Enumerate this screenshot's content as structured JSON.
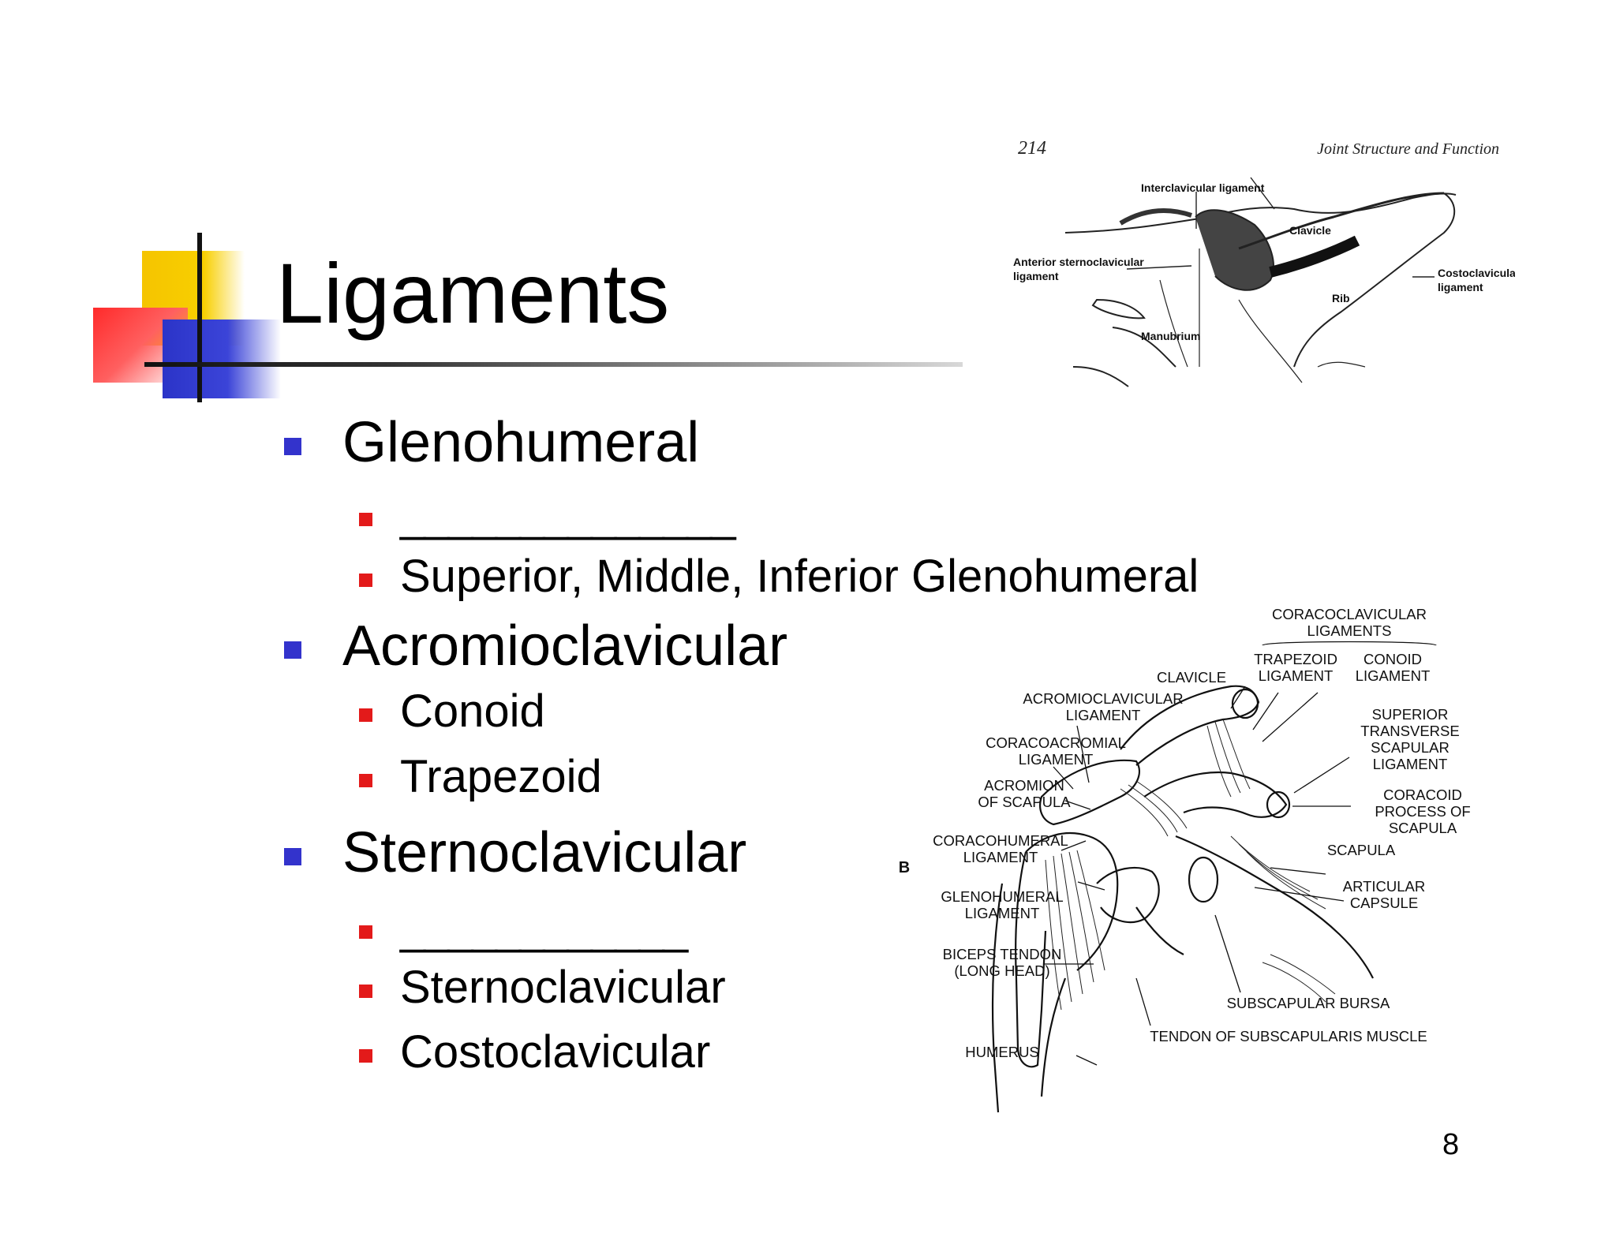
{
  "slide": {
    "title": "Ligaments",
    "page_number": "8",
    "bullets": [
      {
        "label": "Glenohumeral",
        "children": [
          "______________",
          "Superior, Middle, Inferior Glenohumeral"
        ]
      },
      {
        "label": "Acromioclavicular",
        "children": [
          "Conoid",
          "Trapezoid"
        ]
      },
      {
        "label": "Sternoclavicular",
        "children": [
          "____________",
          "Sternoclavicular",
          "Costoclavicular"
        ]
      }
    ],
    "colors": {
      "level1_bullet": "#3333cc",
      "level2_bullet": "#e31a1a",
      "accent_yellow": "#f5c400",
      "accent_red": "#ff2a2a",
      "accent_blue": "#2b34c8"
    }
  },
  "figure_top": {
    "page_number": "214",
    "book_title": "Joint Structure and Function",
    "labels": {
      "interclavicular": "Interclavicular ligament",
      "clavicle": "Clavicle",
      "anterior_sc_line1": "Anterior sternoclavicular",
      "anterior_sc_line2": "ligament",
      "costoclavicular_line1": "Costoclavicular",
      "costoclavicular_line2": "ligament",
      "rib": "Rib",
      "manubrium": "Manubrium"
    }
  },
  "figure_bottom": {
    "panel": "B",
    "labels": {
      "cc_lig_1": "CORACOCLAVICULAR",
      "cc_lig_2": "LIGAMENTS",
      "trapezoid_1": "TRAPEZOID",
      "trapezoid_2": "LIGAMENT",
      "conoid_1": "CONOID",
      "conoid_2": "LIGAMENT",
      "clavicle": "CLAVICLE",
      "ac_1": "ACROMIOCLAVICULAR",
      "ac_2": "LIGAMENT",
      "ca_1": "CORACOACROMIAL",
      "ca_2": "LIGAMENT",
      "acromion_1": "ACROMION",
      "acromion_2": "OF SCAPULA",
      "sts_1": "SUPERIOR",
      "sts_2": "TRANSVERSE",
      "sts_3": "SCAPULAR",
      "sts_4": "LIGAMENT",
      "coracoid_1": "CORACOID",
      "coracoid_2": "PROCESS OF",
      "coracoid_3": "SCAPULA",
      "ch_1": "CORACOHUMERAL",
      "ch_2": "LIGAMENT",
      "scapula": "SCAPULA",
      "gh_1": "GLENOHUMERAL",
      "gh_2": "LIGAMENT",
      "articular_1": "ARTICULAR",
      "articular_2": "CAPSULE",
      "biceps_1": "BICEPS TENDON",
      "biceps_2": "(LONG HEAD)",
      "bursa": "SUBSCAPULAR BURSA",
      "humerus": "HUMERUS",
      "subscap_tendon": "TENDON OF SUBSCAPULARIS MUSCLE"
    }
  }
}
